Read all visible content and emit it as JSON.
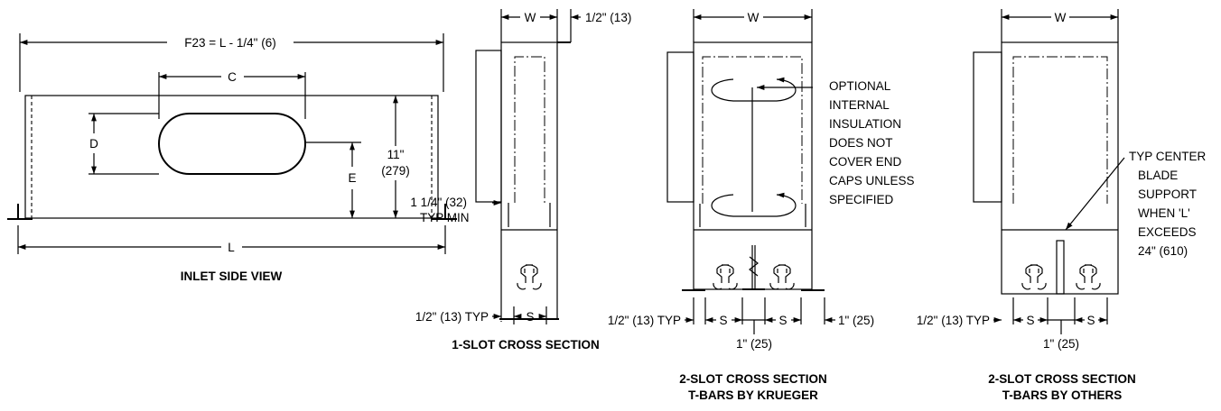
{
  "side_view": {
    "f23": "F23 = L - 1/4\" (6)",
    "c": "C",
    "d": "D",
    "e": "E",
    "height_in": "11\"",
    "height_mm": "(279)",
    "l": "L",
    "caption": "INLET SIDE VIEW"
  },
  "slot1": {
    "w": "W",
    "flange": "1/2\" (13)",
    "typ_min_1": "1 1/4\" (32)",
    "typ_min_2": "TYP MIN",
    "typ": "1/2\" (13) TYP",
    "s": "S",
    "caption": "1-SLOT CROSS SECTION"
  },
  "slot2k": {
    "w": "W",
    "note": [
      "OPTIONAL",
      "INTERNAL",
      "INSULATION",
      "DOES NOT",
      "COVER END",
      "CAPS UNLESS",
      "SPECIFIED"
    ],
    "typ": "1/2\" (13) TYP",
    "s1": "S",
    "s2": "S",
    "right_dim": "1\" (25)",
    "center_dim": "1\" (25)",
    "caption_1": "2-SLOT CROSS SECTION",
    "caption_2": "T-BARS BY KRUEGER"
  },
  "slot2o": {
    "w": "W",
    "note": [
      "TYP CENTER",
      "BLADE",
      "SUPPORT",
      "WHEN 'L'",
      "EXCEEDS",
      "24\" (610)"
    ],
    "typ": "1/2\" (13) TYP",
    "s1": "S",
    "s2": "S",
    "center_dim": "1\" (25)",
    "caption_1": "2-SLOT CROSS SECTION",
    "caption_2": "T-BARS BY OTHERS"
  }
}
